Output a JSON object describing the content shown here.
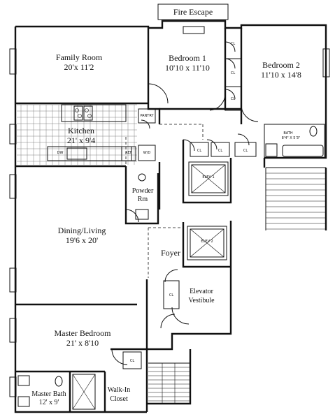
{
  "plan": {
    "fire_escape": "Fire Escape",
    "family_room": {
      "name": "Family Room",
      "dims": "20'x 11'2"
    },
    "bedroom1": {
      "name": "Bedroom 1",
      "dims": "10'10 x 11'10"
    },
    "bedroom2": {
      "name": "Bedroom 2",
      "dims": "11'10 x 14'8"
    },
    "kitchen": {
      "name": "Kitchen",
      "dims": "21' x 9'4"
    },
    "dining_living": {
      "name": "Dining/Living",
      "dims": "19'6 x 20'"
    },
    "powder_room": {
      "line1": "Powder",
      "line2": "Rm"
    },
    "foyer": "Foyer",
    "elevator_vestibule": {
      "line1": "Elevator",
      "line2": "Vestibule"
    },
    "master_bedroom": {
      "name": "Master Bedroom",
      "dims": "21' x 8'10"
    },
    "master_bath": {
      "name": "Master Bath",
      "dims": "12' x 9'"
    },
    "walk_in_closet": {
      "line1": "Walk-In",
      "line2": "Closet"
    },
    "bath": {
      "name": "BATH",
      "dims": "8'4\" X 5'3\""
    },
    "pantry": "PANTRY",
    "dw": "DW",
    "ref": "REF",
    "wd": "W/D",
    "closet": "CL",
    "elev1": "ELEV 1",
    "elev2": "ELEV 2"
  }
}
